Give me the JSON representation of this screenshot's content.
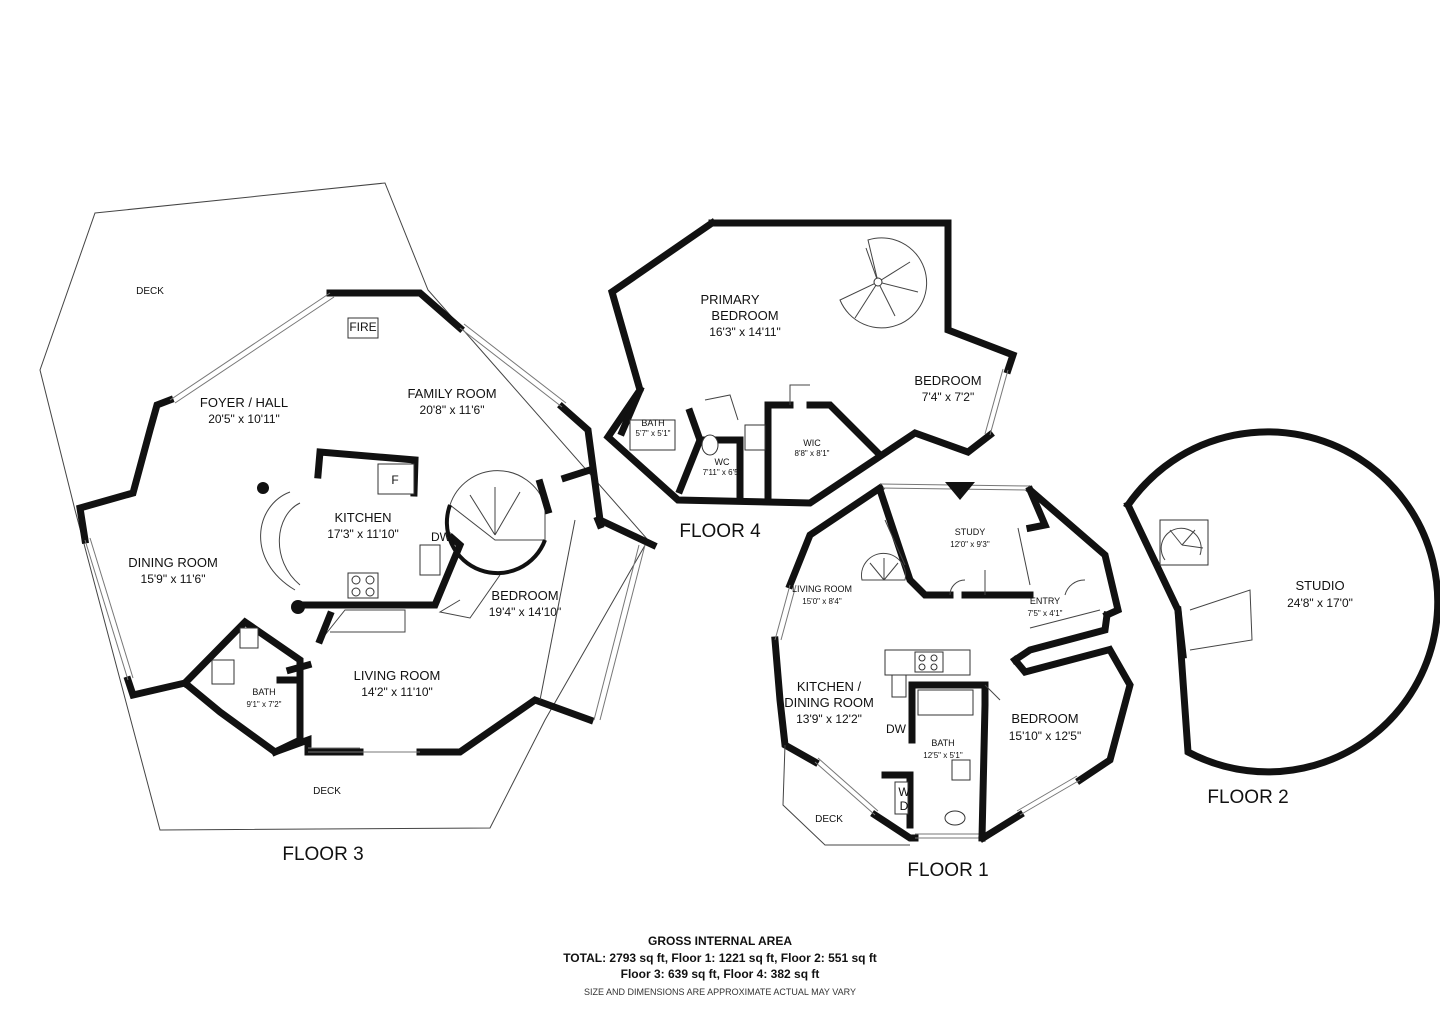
{
  "floor3": {
    "label": "FLOOR 3",
    "deck_top": "DECK",
    "deck_bottom": "DECK",
    "fire": "FIRE",
    "fridge": "F",
    "dishwasher": "DW",
    "rooms": [
      {
        "name": "FOYER / HALL",
        "dim": "20'5\" x 10'11\""
      },
      {
        "name": "FAMILY ROOM",
        "dim": "20'8\" x 11'6\""
      },
      {
        "name": "KITCHEN",
        "dim": "17'3\" x 11'10\""
      },
      {
        "name": "DINING ROOM",
        "dim": "15'9\" x 11'6\""
      },
      {
        "name": "BEDROOM",
        "dim": "19'4\" x 14'10\""
      },
      {
        "name": "LIVING ROOM",
        "dim": "14'2\" x 11'10\""
      },
      {
        "name": "BATH",
        "dim": "9'1\" x 7'2\""
      }
    ]
  },
  "floor4": {
    "label": "FLOOR 4",
    "primary_line1": "PRIMARY",
    "primary_line2": "BEDROOM",
    "primary_dim": "16'3\" x 14'11\"",
    "rooms": [
      {
        "name": "BEDROOM",
        "dim": "7'4\" x 7'2\""
      },
      {
        "name": "BATH",
        "dim": "5'7\" x 5'1\""
      },
      {
        "name": "WC",
        "dim": "7'11\" x 6'5\""
      },
      {
        "name": "WIC",
        "dim": "8'8\" x 8'1\""
      }
    ]
  },
  "floor1": {
    "label": "FLOOR 1",
    "deck": "DECK",
    "dishwasher": "DW",
    "washer": "W",
    "dryer": "D",
    "kitchen_line1": "KITCHEN /",
    "kitchen_line2": "DINING ROOM",
    "kitchen_dim": "13'9\" x 12'2\"",
    "rooms": [
      {
        "name": "STUDY",
        "dim": "12'0\" x 9'3\""
      },
      {
        "name": "LIVING ROOM",
        "dim": "15'0\" x 8'4\""
      },
      {
        "name": "ENTRY",
        "dim": "7'5\" x 4'1\""
      },
      {
        "name": "BEDROOM",
        "dim": "15'10\" x 12'5\""
      },
      {
        "name": "BATH",
        "dim": "12'5\" x 5'1\""
      }
    ]
  },
  "floor2": {
    "label": "FLOOR 2",
    "rooms": [
      {
        "name": "STUDIO",
        "dim": "24'8\" x 17'0\""
      }
    ]
  },
  "footer": {
    "title": "GROSS INTERNAL AREA",
    "total": "TOTAL: 2793 sq ft, Floor 1: 1221 sq ft, Floor 2: 551 sq ft",
    "floors": "Floor 3: 639 sq ft, Floor 4: 382 sq ft",
    "note": "SIZE AND DIMENSIONS ARE APPROXIMATE ACTUAL MAY VARY"
  }
}
